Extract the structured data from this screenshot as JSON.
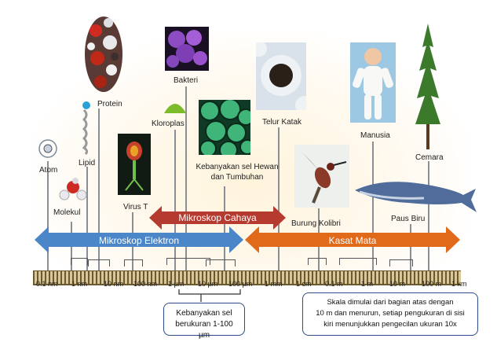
{
  "labels": {
    "atom": "Atom",
    "molekul": "Molekul",
    "lipid": "Lipid",
    "protein": "Protein",
    "virus": "Virus T",
    "kloroplas": "Kloroplas",
    "bakteri": "Bakteri",
    "sel_line1": "Kebanyakan sel Hewan",
    "sel_line2": "dan Tumbuhan",
    "telur": "Telur Katak",
    "kolibri": "Burung Kolibri",
    "manusia": "Manusia",
    "paus": "Paus Biru",
    "cemara": "Cemara"
  },
  "arrows": {
    "cahaya": "Mikroskop  Cahaya",
    "elektron": "Mikroskop Elektron",
    "mata": "Kasat Mata"
  },
  "scale_ticks": [
    "0.1 nm",
    "1 nm",
    "10 nm",
    "100 nm",
    "1 µm",
    "10 µm",
    "100 µm",
    "1 mm",
    "1 cm",
    "0.1 m",
    "1 m",
    "10 m",
    "100 m",
    "1 km"
  ],
  "notes": {
    "cell_line1": "Kebanyakan sel",
    "cell_line2": "berukuran 1-100 µm",
    "scale_line1": "Skala dimulai dari bagian atas dengan",
    "scale_line2": "10 m dan menurun, setiap pengukuran di sisi",
    "scale_line3": "kiri menunjukkan pengecilan ukuran 10x"
  },
  "colors": {
    "cahaya": "#b53a2f",
    "elektron": "#4a86c8",
    "mata": "#e06a1a",
    "note_border": "#2d4a8a"
  }
}
